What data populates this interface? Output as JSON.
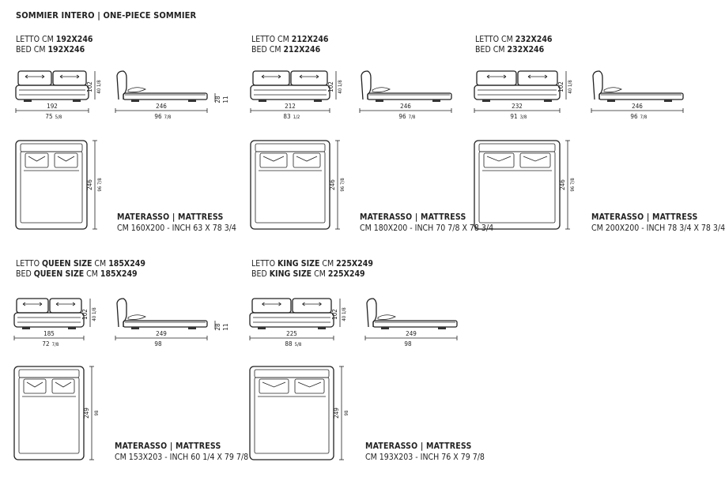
{
  "title": "SOMMIER INTERO | ONE-PIECE SOMMIER",
  "beds": [
    {
      "letto_prefix": "LETTO CM ",
      "letto_size": "192X246",
      "bed_prefix": "BED CM ",
      "bed_size": "192X246",
      "front_height": "102",
      "front_height_in": "40 1/8",
      "front_width": "192",
      "front_width_in_whole": "75",
      "front_width_in_frac": "5/8",
      "side_length": "246",
      "side_length_in_whole": "96",
      "side_length_in_frac": "7/8",
      "base_height": "28",
      "base_height_in": "11",
      "plan_length": "246",
      "plan_length_in": "96 7/8",
      "mattress_title": "MATERASSO | MATTRESS",
      "mattress_size": "CM 160X200 - INCH 63 X 78 3/4"
    },
    {
      "letto_prefix": "LETTO CM ",
      "letto_size": "212X246",
      "bed_prefix": "BED CM ",
      "bed_size": "212X246",
      "front_height": "102",
      "front_height_in": "40 1/8",
      "front_width": "212",
      "front_width_in_whole": "83",
      "front_width_in_frac": "1/2",
      "side_length": "246",
      "side_length_in_whole": "96",
      "side_length_in_frac": "7/8",
      "base_height": "",
      "base_height_in": "",
      "plan_length": "246",
      "plan_length_in": "96 7/8",
      "mattress_title": "MATERASSO | MATTRESS",
      "mattress_size": "CM 180X200 - INCH 70 7/8 X 78 3/4"
    },
    {
      "letto_prefix": "LETTO CM ",
      "letto_size": "232X246",
      "bed_prefix": "BED CM ",
      "bed_size": "232X246",
      "front_height": "102",
      "front_height_in": "40 1/8",
      "front_width": "232",
      "front_width_in_whole": "91",
      "front_width_in_frac": "3/8",
      "side_length": "246",
      "side_length_in_whole": "96",
      "side_length_in_frac": "7/8",
      "base_height": "",
      "base_height_in": "",
      "plan_length": "246",
      "plan_length_in": "96 7/8",
      "mattress_title": "MATERASSO | MATTRESS",
      "mattress_size": "CM 200X200 - INCH 78 3/4 X 78 3/4"
    },
    {
      "letto_prefix": "LETTO ",
      "letto_bold": "QUEEN SIZE",
      "letto_mid": " CM ",
      "letto_size": "185X249",
      "bed_prefix": "BED ",
      "bed_bold": "QUEEN SIZE",
      "bed_mid": " CM ",
      "bed_size": "185X249",
      "front_height": "102",
      "front_height_in": "40 1/8",
      "front_width": "185",
      "front_width_in_whole": "72",
      "front_width_in_frac": "7/8",
      "side_length": "249",
      "side_length_in_whole": "98",
      "side_length_in_frac": "",
      "base_height": "28",
      "base_height_in": "11",
      "plan_length": "249",
      "plan_length_in": "98",
      "mattress_title": "MATERASSO | MATTRESS",
      "mattress_size": "CM 153X203 - INCH 60 1/4 X 79 7/8"
    },
    {
      "letto_prefix": "LETTO ",
      "letto_bold": "KING SIZE",
      "letto_mid": " CM ",
      "letto_size": "225X249",
      "bed_prefix": "BED ",
      "bed_bold": "KING SIZE",
      "bed_mid": " CM ",
      "bed_size": "225X249",
      "front_height": "102",
      "front_height_in": "40 1/8",
      "front_width": "225",
      "front_width_in_whole": "88",
      "front_width_in_frac": "5/8",
      "side_length": "249",
      "side_length_in_whole": "98",
      "side_length_in_frac": "",
      "base_height": "",
      "base_height_in": "",
      "plan_length": "249",
      "plan_length_in": "98",
      "mattress_title": "MATERASSO | MATTRESS",
      "mattress_size": "CM 193X203 - INCH 76 X 79 7/8"
    }
  ]
}
